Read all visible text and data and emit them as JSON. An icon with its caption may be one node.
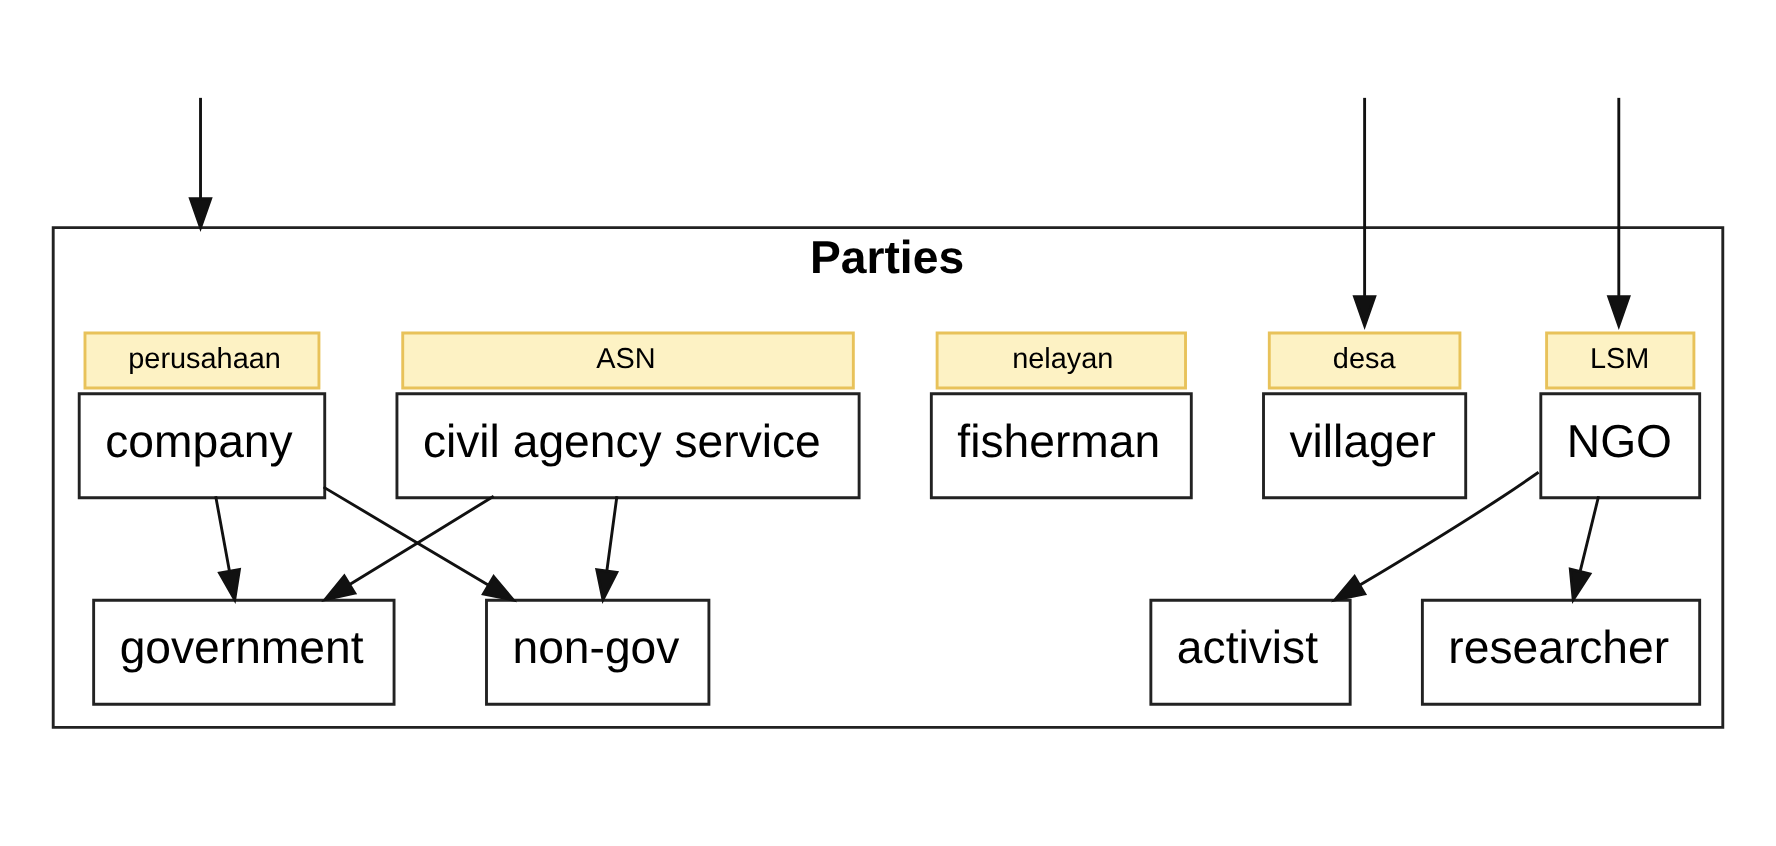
{
  "diagram": {
    "nodes": [
      {
        "text": [
          "Parties"
        ]
      },
      {
        "text": [
          "company"
        ],
        "beside": [
          "perusahaan"
        ],
        "in": 0
      },
      {
        "text": [
          "civil agency service"
        ],
        "beside": [
          "ASN"
        ],
        "in": 0
      },
      {
        "text": [
          "fisherman"
        ],
        "beside": [
          "nelayan"
        ],
        "in": 0
      },
      {
        "text": [
          "villager"
        ],
        "beside": [
          "desa"
        ],
        "in": 0
      },
      {
        "text": [
          "NGO"
        ],
        "beside": [
          "LSM"
        ],
        "in": 0
      },
      {
        "text": [
          "government"
        ],
        "in": 0
      },
      {
        "text": [
          "non-gov"
        ],
        "in": 0
      },
      {
        "text": [
          "activist"
        ],
        "in": 0
      },
      {
        "text": [
          "researcher"
        ],
        "in": 0
      }
    ],
    "edges": [
      {
        "from": null,
        "to": 0,
        "arrow": "to"
      },
      {
        "from": null,
        "to": 4,
        "arrow": "to"
      },
      {
        "from": null,
        "to": 5,
        "arrow": "to"
      },
      {
        "from": 1,
        "to": 6,
        "arrow": "to"
      },
      {
        "from": 1,
        "to": 7,
        "arrow": "to"
      },
      {
        "from": 2,
        "to": 6,
        "arrow": "to"
      },
      {
        "from": 2,
        "to": 7,
        "arrow": "to"
      },
      {
        "from": 5,
        "to": 8,
        "arrow": "to"
      },
      {
        "from": 5,
        "to": 9,
        "arrow": "to"
      }
    ]
  }
}
